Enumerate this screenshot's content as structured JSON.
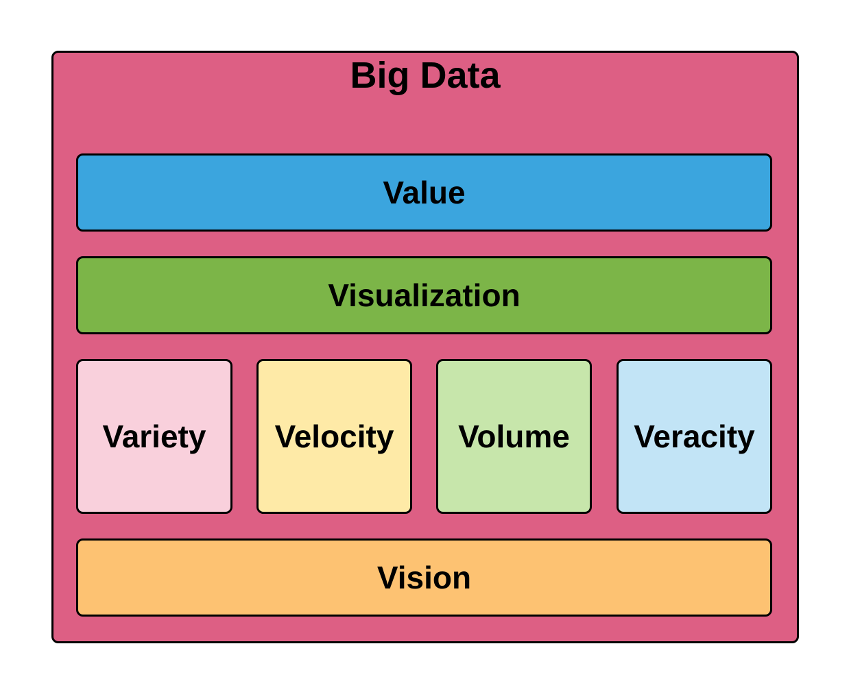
{
  "diagram": {
    "title": "Big Data",
    "container_color": "#dd5f84",
    "layers": [
      {
        "id": "value",
        "label": "Value",
        "color": "#3ba5de"
      },
      {
        "id": "visualization",
        "label": "Visualization",
        "color": "#7cb548"
      },
      {
        "id": "variety",
        "label": "Variety",
        "color": "#f9d0dc"
      },
      {
        "id": "velocity",
        "label": "Velocity",
        "color": "#feeaa7"
      },
      {
        "id": "volume",
        "label": "Volume",
        "color": "#c7e6ab"
      },
      {
        "id": "veracity",
        "label": "Veracity",
        "color": "#c2e4f6"
      },
      {
        "id": "vision",
        "label": "Vision",
        "color": "#fdc272"
      }
    ]
  }
}
